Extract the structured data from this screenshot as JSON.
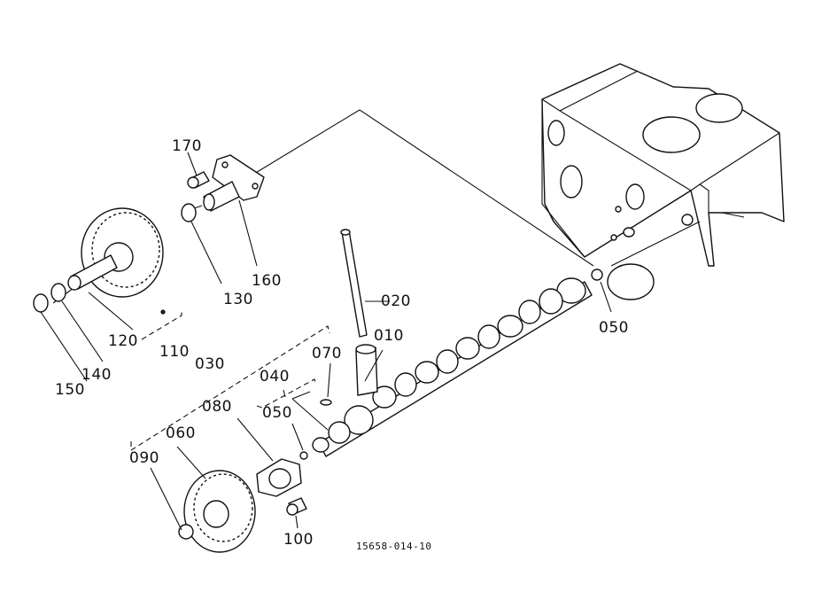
{
  "labels": {
    "p010": "010",
    "p020": "020",
    "p030": "030",
    "p040": "040",
    "p050a": "050",
    "p050b": "050",
    "p060": "060",
    "p070": "070",
    "p080": "080",
    "p090": "090",
    "p100": "100",
    "p110": "110",
    "p120": "120",
    "p130": "130",
    "p140": "140",
    "p150": "150",
    "p160": "160",
    "p170": "170"
  },
  "drawing_code": "15658-014-10"
}
